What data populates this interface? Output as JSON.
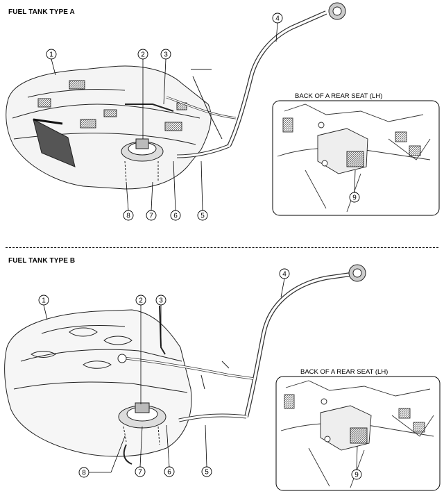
{
  "sections": [
    {
      "title": "FUEL TANK TYPE A",
      "inset_title": "BACK OF A REAR SEAT (LH)",
      "callouts": [
        "1",
        "2",
        "3",
        "4",
        "5",
        "6",
        "7",
        "8",
        "9"
      ]
    },
    {
      "title": "FUEL TANK TYPE B",
      "inset_title": "BACK OF A REAR SEAT (LH)",
      "callouts": [
        "1",
        "2",
        "3",
        "4",
        "5",
        "6",
        "7",
        "8",
        "9"
      ]
    }
  ]
}
